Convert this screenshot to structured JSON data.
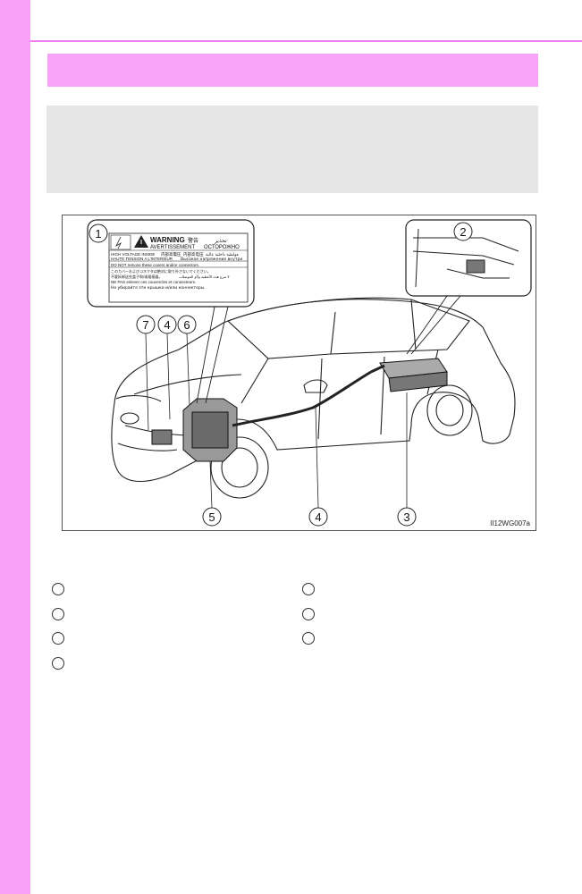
{
  "figure": {
    "code": "II12WG007a",
    "callouts": [
      "1",
      "2",
      "3",
      "4",
      "5",
      "6",
      "7"
    ],
    "label": {
      "warning": "WARNING",
      "kanji_warning": "警告",
      "arabic_warning": "تحذير",
      "avertissement": "AVERTISSEMENT",
      "russian_warning": "ОСТОРОЖНО",
      "high_voltage": "HIGH VOLTAGE INSIDE",
      "jp_high_voltage": "内部高電圧",
      "cn_high_voltage": "内部高电压",
      "ar_high_voltage": "فولطية داخلية عالية",
      "haute_tension": "HAUTE TENSION A L'INTERIEUR",
      "ru_high_voltage": "Высокое напряжение внутри",
      "do_not_remove": "DO NOT remove these covers and/or connectors.",
      "jp_do_not_remove": "このカバーおよびコネクタは絶対に取り外さないでください。",
      "cn_do_not_remove": "不要拆卸这些盖子和/或插接器。",
      "ar_do_not_remove": "لا تنزع هذه الأغطية و/أو الموصلات",
      "ne_pas_enlever": "NE PAS enlever ces couvercles et connecteurs.",
      "ru_do_not_remove": "Не убирайте эти крышки и/или коннекторы."
    }
  },
  "legend": {
    "items": [
      "",
      "",
      "",
      "",
      "",
      "",
      ""
    ]
  }
}
